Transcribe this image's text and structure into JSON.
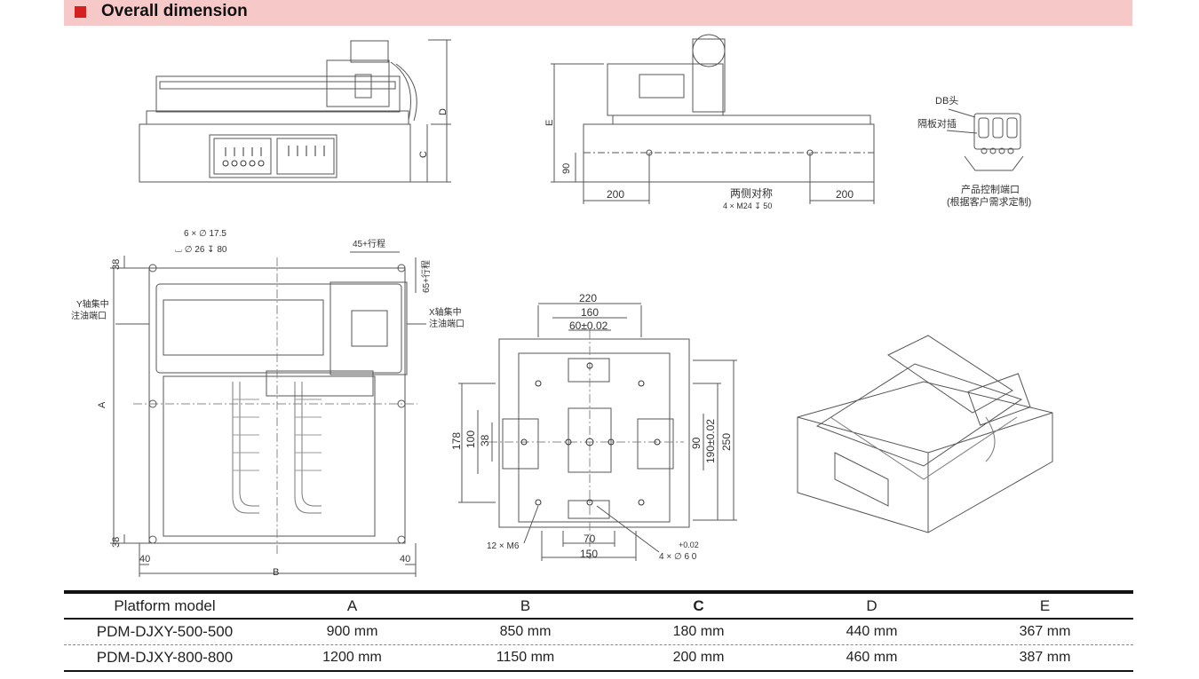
{
  "header": {
    "title": "Overall dimension",
    "accent": "#d42020",
    "band": "#f7c8c8"
  },
  "labels": {
    "front": {
      "D": "D",
      "C": "C"
    },
    "side": {
      "E": "E",
      "h90": "90",
      "left200": "200",
      "right200": "200",
      "center": "两侧对称",
      "bolt": "4 × M24 ↧ 50"
    },
    "port": {
      "db": "DB头",
      "plate": "隔板对插",
      "caption1": "产品控制端口",
      "caption2": "(根据客户需求定制)"
    },
    "top": {
      "holes1": "6 × ∅ 17.5",
      "holes2": "⌴ ∅ 26 ↧ 80",
      "stroke45": "45+行程",
      "stroke65": "65+行程",
      "y_oil1": "Y轴集中",
      "y_oil2": "注油端口",
      "x_oil1": "X轴集中",
      "x_oil2": "注油端口",
      "t38a": "38",
      "t38b": "38",
      "A": "A",
      "B": "B",
      "w40a": "40",
      "w40b": "40"
    },
    "carriage": {
      "d220": "220",
      "d160": "160",
      "d60": "60±0.02",
      "d178": "178",
      "d100": "100",
      "d38": "38",
      "d90": "90",
      "d190": "190±0.02",
      "d250": "250",
      "m6": "12 × M6",
      "d70": "70",
      "d150": "150",
      "pin_tol": "+0.02",
      "pin": "4 × ∅ 6  0"
    }
  },
  "table": {
    "columns": [
      "Platform model",
      "A",
      "B",
      "C",
      "D",
      "E"
    ],
    "rows": [
      [
        "PDM-DJXY-500-500",
        "900 mm",
        "850  mm",
        "180  mm",
        "440  mm",
        "367  mm"
      ],
      [
        "PDM-DJXY-800-800",
        "1200  mm",
        "1150  mm",
        "200  mm",
        "460  mm",
        "387  mm"
      ]
    ]
  }
}
